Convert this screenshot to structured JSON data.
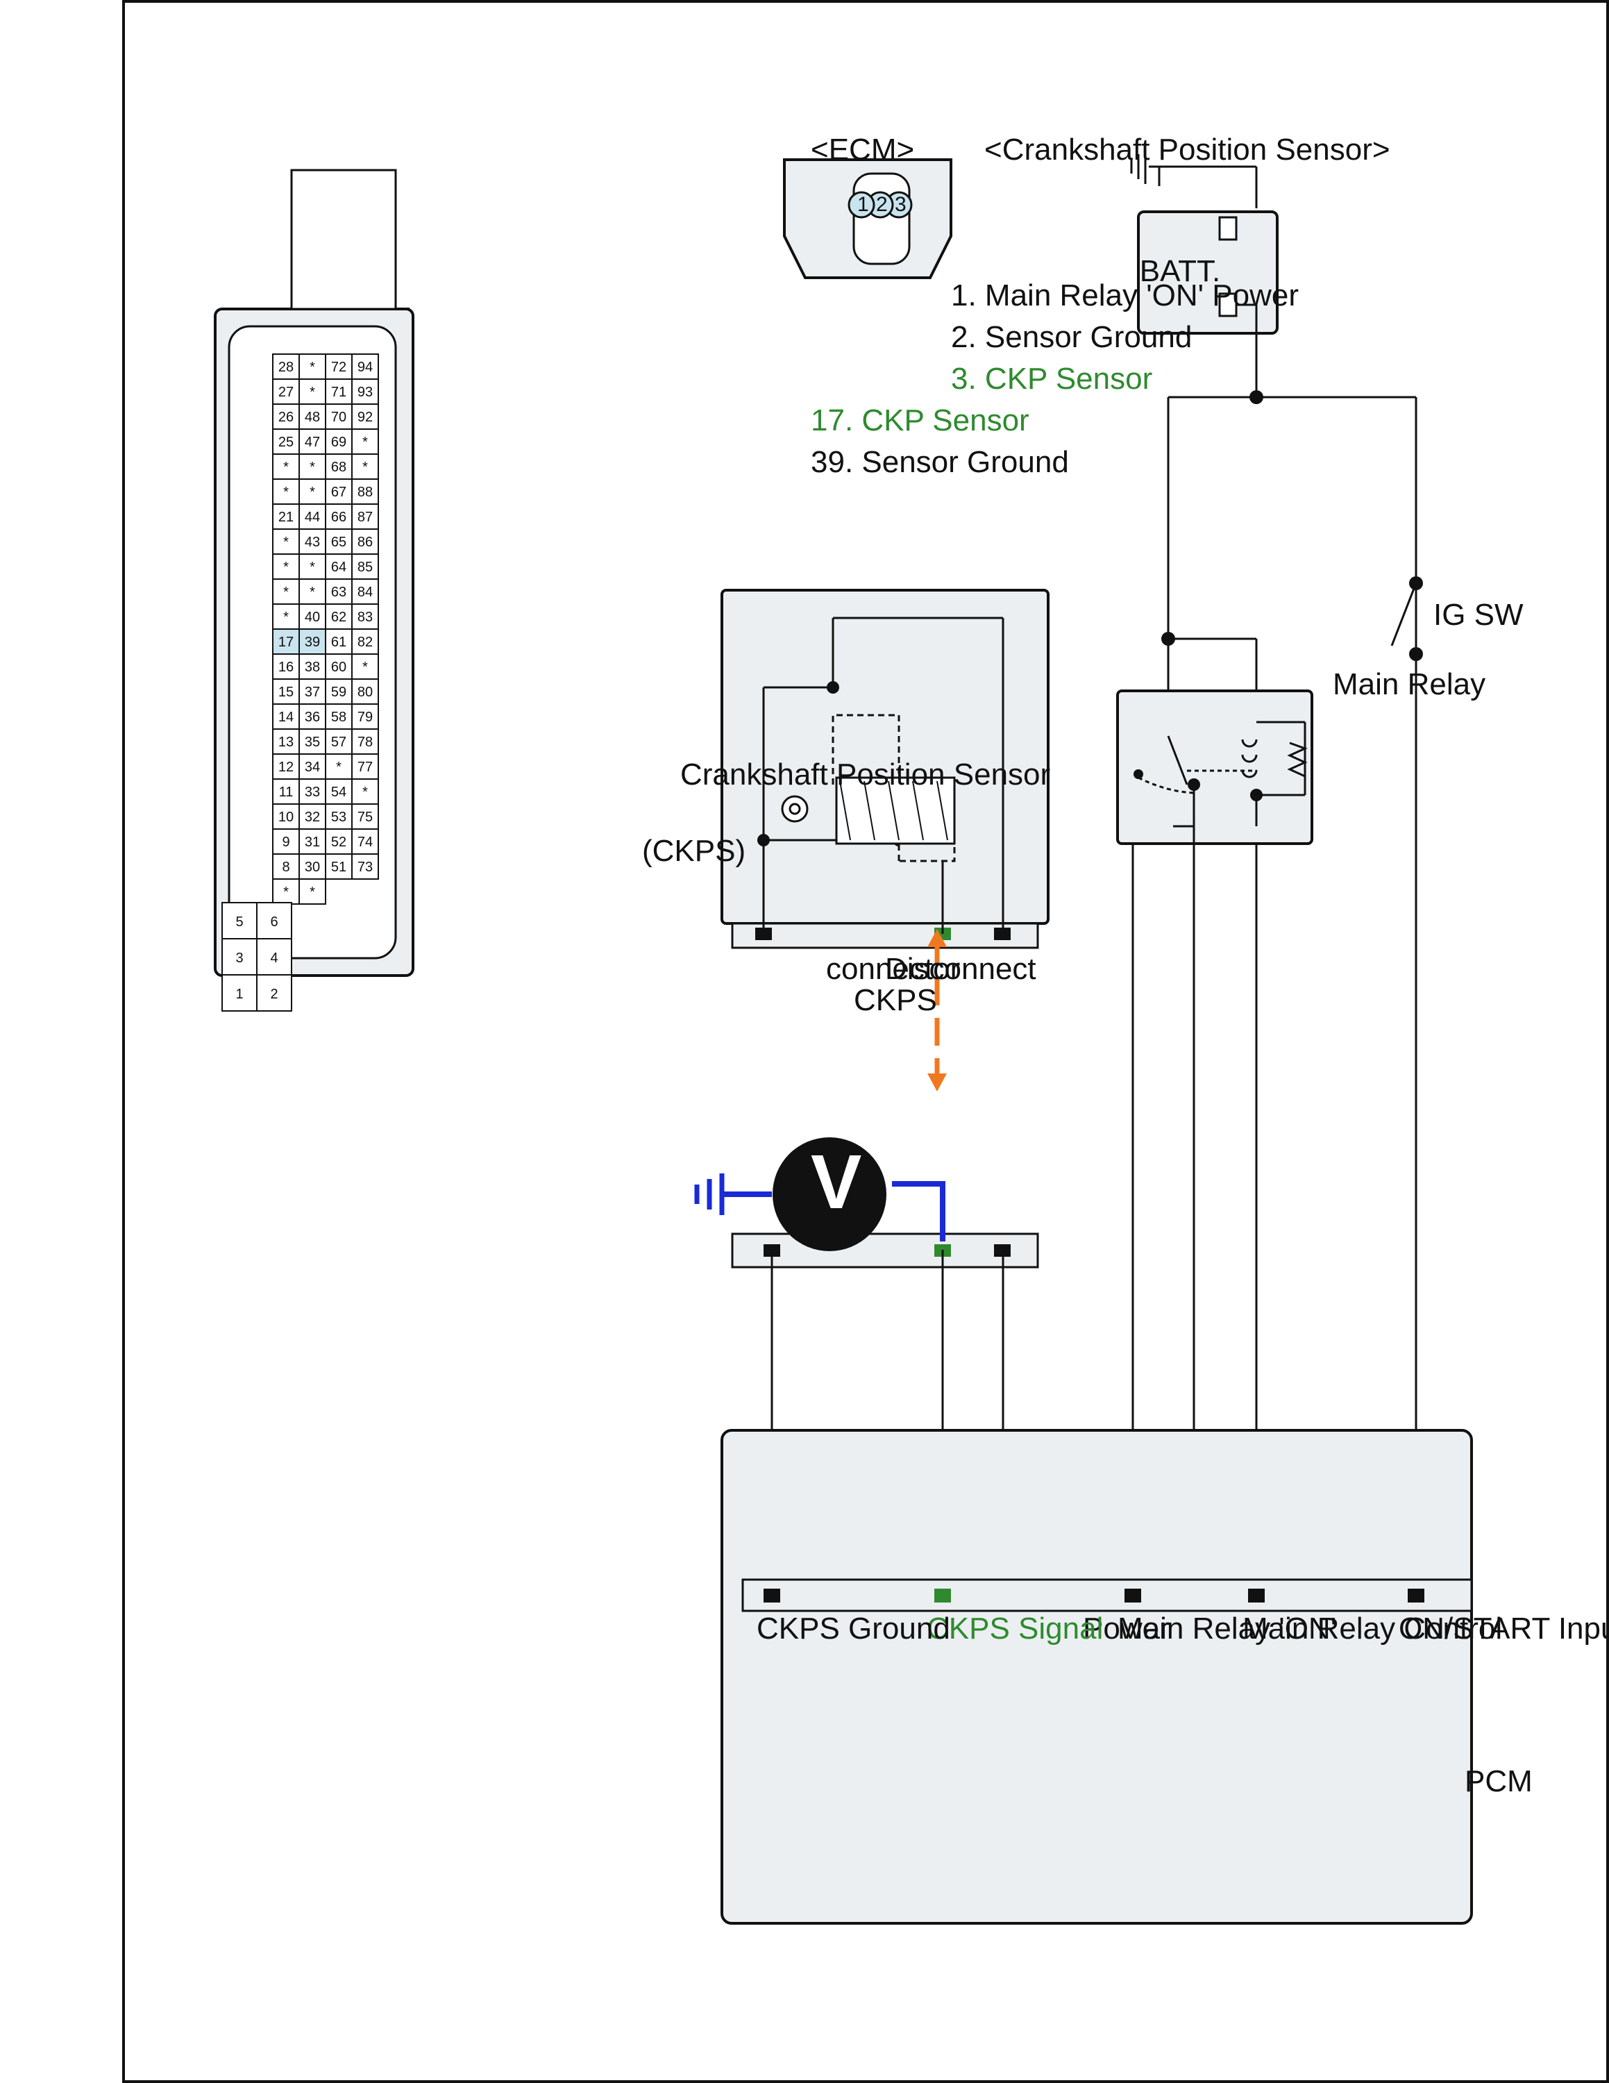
{
  "battery": {
    "label": "BATT.",
    "plus": "+",
    "minus": "-"
  },
  "ig_sw": {
    "label": "IG SW"
  },
  "main_relay": {
    "label": "Main Relay"
  },
  "ckps_component": {
    "line1": "Crankshaft Position Sensor",
    "line2": "(CKPS)"
  },
  "disconnect_note": {
    "line1": "Disconnect",
    "line2": "CKPS",
    "line3": "connector"
  },
  "voltmeter": {
    "symbol": "V"
  },
  "pcm": {
    "title": "PCM",
    "pins": [
      {
        "label": "ON/START Input",
        "highlight": false
      },
      {
        "label": "Main Relay Control",
        "highlight": false
      },
      {
        "label_line1": "Main Relay 'ON'",
        "label_line2": "Power",
        "highlight": false
      },
      {
        "label": "CKPS Signal",
        "highlight": true
      },
      {
        "label": "CKPS Ground",
        "highlight": false
      }
    ]
  },
  "sensor_connector": {
    "title": "<Crankshaft Position Sensor>",
    "pin_numbers": [
      "3",
      "2",
      "1"
    ],
    "legend": [
      {
        "text": "1. Main Relay 'ON' Power",
        "highlight": false
      },
      {
        "text": "2. Sensor Ground",
        "highlight": false
      },
      {
        "text": "3. CKP Sensor",
        "highlight": true
      }
    ]
  },
  "ecm": {
    "title": "<ECM>",
    "legend": [
      {
        "text": "17. CKP Sensor",
        "highlight": true
      },
      {
        "text": "39. Sensor Ground",
        "highlight": false
      }
    ],
    "rows": [
      [
        "94",
        "93",
        "92",
        "*",
        "*",
        "88",
        "87",
        "86",
        "85",
        "84",
        "83",
        "82",
        "*",
        "80",
        "79",
        "78",
        "77",
        "*",
        "75",
        "74",
        "73"
      ],
      [
        "72",
        "71",
        "70",
        "69",
        "68",
        "67",
        "66",
        "65",
        "64",
        "63",
        "62",
        "61",
        "60",
        "59",
        "58",
        "57",
        "*",
        "54",
        "53",
        "52",
        "51"
      ],
      [
        "*",
        "*",
        "48",
        "47",
        "*",
        "*",
        "44",
        "43",
        "*",
        "*",
        "40",
        "39",
        "38",
        "37",
        "36",
        "35",
        "34",
        "33",
        "32",
        "31",
        "30",
        "*"
      ],
      [
        "28",
        "27",
        "26",
        "25",
        "*",
        "*",
        "21",
        "*",
        "*",
        "*",
        "*",
        "17",
        "16",
        "15",
        "14",
        "13",
        "12",
        "11",
        "10",
        "9",
        "8",
        "*"
      ]
    ],
    "aux_pins": [
      [
        "6",
        "4",
        "2"
      ],
      [
        "5",
        "3",
        "1"
      ]
    ],
    "highlight_pins": [
      "17",
      "39"
    ]
  },
  "colors": {
    "signal_green": "#2f8a2f",
    "meter_wire": "#1a2bd6",
    "arrow_orange": "#f07820",
    "pin_fill": "#c9e4ee"
  }
}
